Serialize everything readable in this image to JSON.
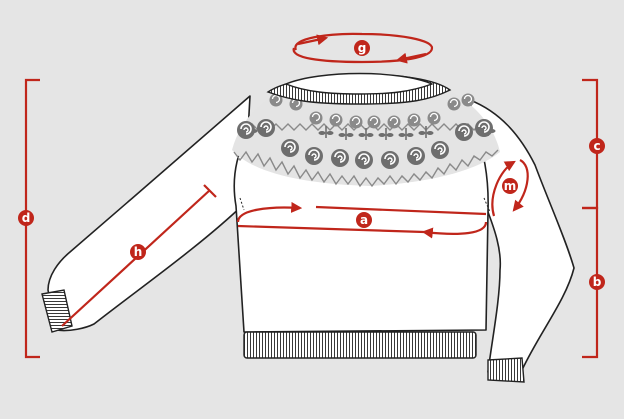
{
  "figure": {
    "subject": "sweater",
    "accent_color": "#c0261b",
    "outline_color": "#222222",
    "pattern_color": "#6e6e6e",
    "background_color": "#e5e5e5"
  },
  "measurements": {
    "a": {
      "label": "a"
    },
    "b": {
      "label": "b"
    },
    "c": {
      "label": "c"
    },
    "d": {
      "label": "d"
    },
    "g": {
      "label": "g"
    },
    "h": {
      "label": "h"
    },
    "m": {
      "label": "m"
    }
  }
}
